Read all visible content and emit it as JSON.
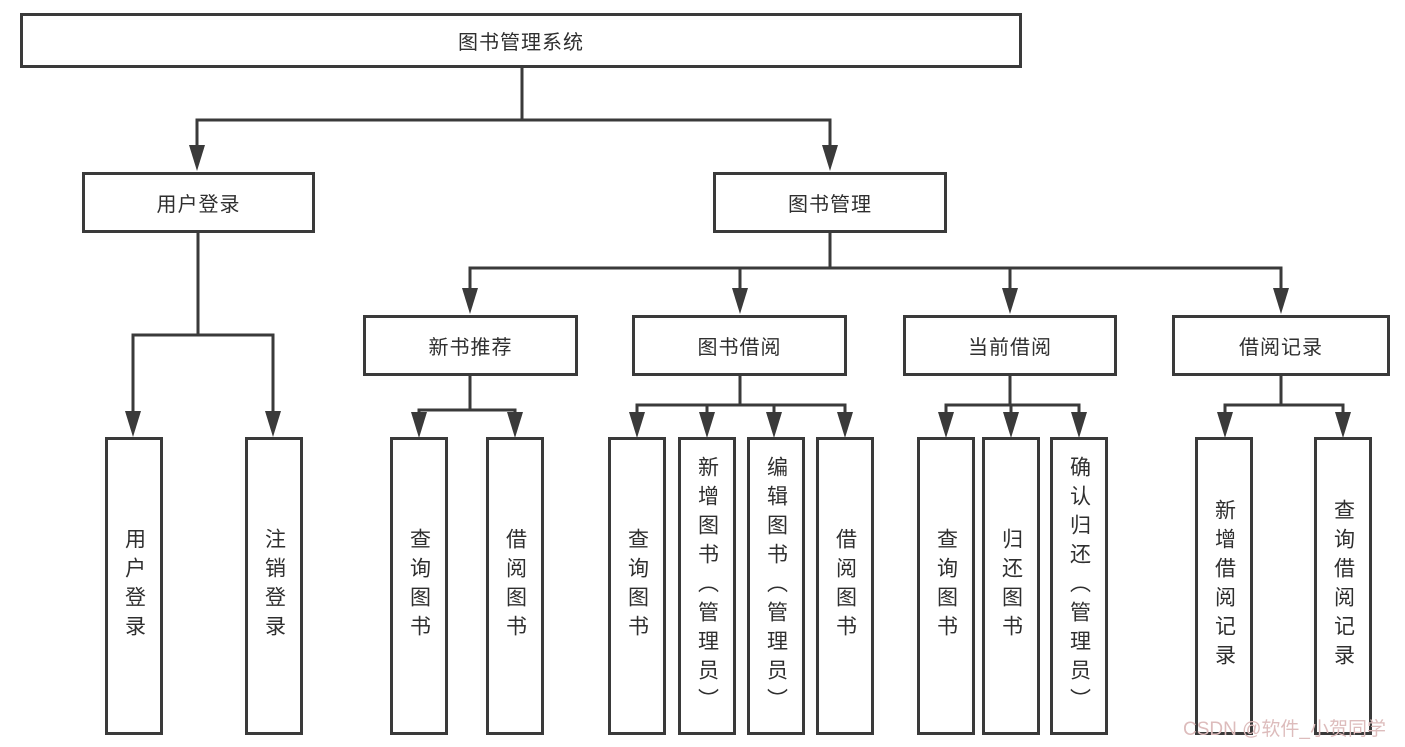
{
  "tree": {
    "root": {
      "label": "图书管理系统"
    },
    "branches": [
      {
        "label": "用户登录",
        "leaves": [
          "用户登录",
          "注销登录"
        ]
      },
      {
        "label": "图书管理",
        "groups": [
          {
            "label": "新书推荐",
            "leaves": [
              "查询图书",
              "借阅图书"
            ]
          },
          {
            "label": "图书借阅",
            "leaves": [
              "查询图书",
              "新增图书（管理员）",
              "编辑图书（管理员）",
              "借阅图书"
            ]
          },
          {
            "label": "当前借阅",
            "leaves": [
              "查询图书",
              "归还图书",
              "确认归还（管理员）"
            ]
          },
          {
            "label": "借阅记录",
            "leaves": [
              "新增借阅记录",
              "查询借阅记录"
            ]
          }
        ]
      }
    ]
  },
  "watermark": {
    "text": "CSDN @软件_小贺同学",
    "color": "#ddbcbc"
  },
  "colors": {
    "line": "#3a3a3a",
    "text": "#2f2f2f",
    "background": "#ffffff"
  }
}
